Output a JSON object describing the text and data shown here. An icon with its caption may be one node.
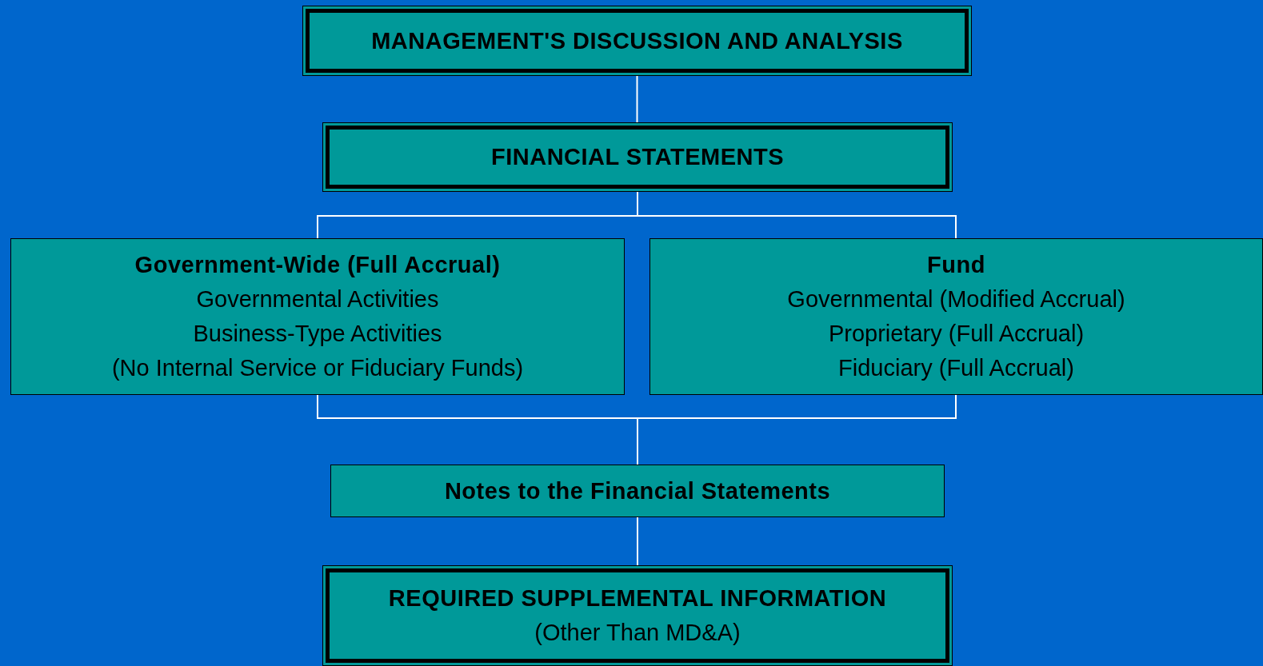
{
  "diagram": {
    "nodes": [
      {
        "text": [
          "MANAGEMENT'S DISCUSSION AND ANALYSIS"
        ]
      },
      {
        "text": [
          "FINANCIAL STATEMENTS"
        ]
      },
      {
        "text": [
          "Government-Wide (Full Accrual)",
          "Governmental Activities",
          "Business-Type Activities",
          "(No Internal Service or Fiduciary Funds)"
        ]
      },
      {
        "text": [
          "Fund",
          "Governmental (Modified Accrual)",
          "Proprietary (Full Accrual)",
          "Fiduciary (Full Accrual)"
        ]
      },
      {
        "text": [
          "Notes to the Financial Statements"
        ]
      },
      {
        "text": [
          "REQUIRED SUPPLEMENTAL INFORMATION",
          "(Other Than MD&A)"
        ]
      }
    ],
    "edges": [
      {
        "from": 0,
        "to": 1,
        "arrow": "none"
      },
      {
        "from": 1,
        "to": 2,
        "arrow": "none"
      },
      {
        "from": 1,
        "to": 3,
        "arrow": "none"
      },
      {
        "from": 2,
        "to": 4,
        "arrow": "none"
      },
      {
        "from": 3,
        "to": 4,
        "arrow": "none"
      },
      {
        "from": 4,
        "to": 5,
        "arrow": "none"
      }
    ]
  }
}
